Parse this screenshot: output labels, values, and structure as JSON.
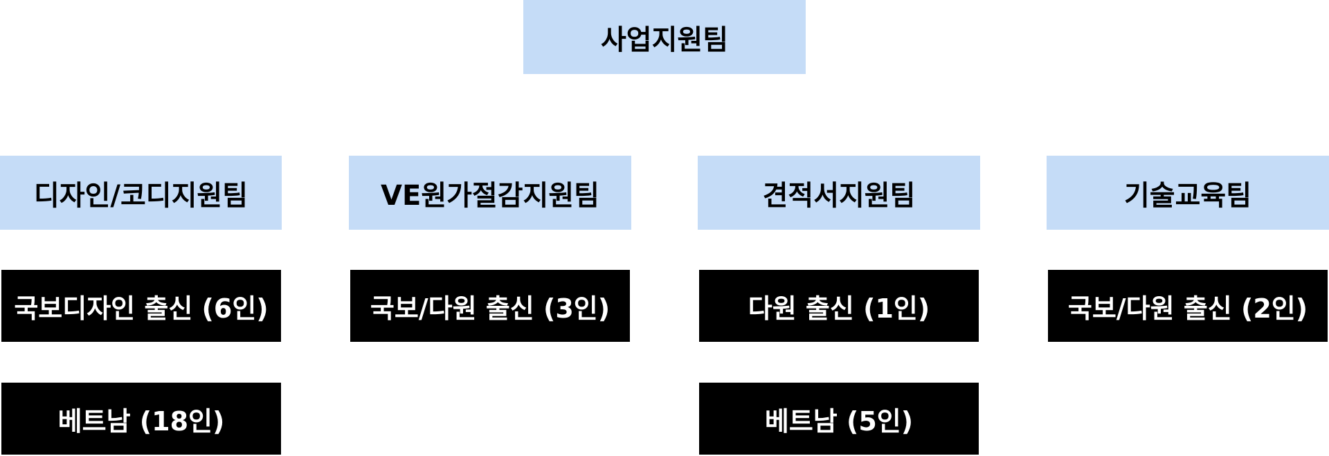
{
  "head": {
    "label": "사업지원팀"
  },
  "teams": [
    {
      "label": "디자인/코디지원팀",
      "members": [
        "국보디자인 출신 (6인)",
        "베트남 (18인)"
      ]
    },
    {
      "label": "VE원가절감지원팀",
      "members": [
        "국보/다원 출신 (3인)"
      ]
    },
    {
      "label": "견적서지원팀",
      "members": [
        "다원 출신 (1인)",
        "베트남 (5인)"
      ]
    },
    {
      "label": "기술교육팀",
      "members": [
        "국보/다원 출신 (2인)"
      ]
    }
  ],
  "colors": {
    "team_box": "#c5dcf7",
    "member_box": "#000000",
    "member_text": "#ffffff"
  }
}
